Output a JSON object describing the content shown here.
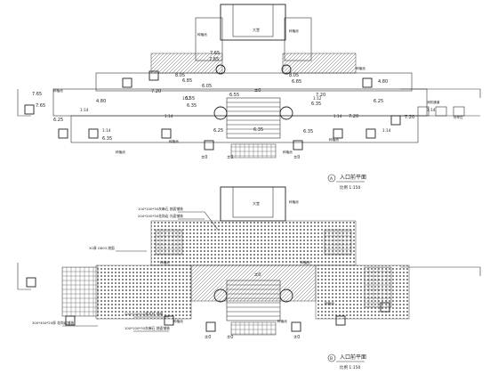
{
  "plans": [
    {
      "title": "入口前平面",
      "scale": "比例 1:150",
      "marker": "A"
    },
    {
      "title": "入口前平面",
      "scale": "比例 1:150",
      "marker": "B"
    }
  ],
  "plan_a": {
    "building_label": "大堂",
    "elevations": [
      "7.65",
      "7.65",
      "7.65",
      "7.20",
      "7.20",
      "6.85",
      "6.85",
      "6.55",
      "6.35",
      "6.35",
      "6.25",
      "6.55",
      "6.25",
      "7.65",
      "7.20",
      "6.25",
      "6.35",
      "6.35",
      "7.20",
      "6.35",
      "6.05",
      "4.80",
      "8.05",
      "8.05",
      "4.80",
      "±0",
      "±0",
      "±0",
      "±0"
    ],
    "slopes": [
      "1:12",
      "1:12",
      "1:14",
      "1:14",
      "1:14",
      "1:14",
      "1:14",
      "1:14"
    ],
    "labels": [
      "种植池",
      "种植池",
      "种植池",
      "种植池",
      "种植池",
      "种植池",
      "种植池",
      "种植池",
      "消防通道",
      "停车位"
    ]
  },
  "plan_b": {
    "building_label": "大堂",
    "callouts": [
      "100*100*30灰麻石 烧面铺装",
      "200*200*30花岗岩 光面铺装",
      "30厚 G603 烧面",
      "300*400*20厚 花岗岩铺装",
      "200*200*30黄木纹 铺装",
      "100*100*30灰麻石 烧面铺装"
    ],
    "labels": [
      "种植池",
      "种植池",
      "种植池",
      "种植池",
      "种植池",
      "种植池"
    ],
    "elevations": [
      "±0",
      "±0",
      "±0",
      "±0"
    ]
  }
}
